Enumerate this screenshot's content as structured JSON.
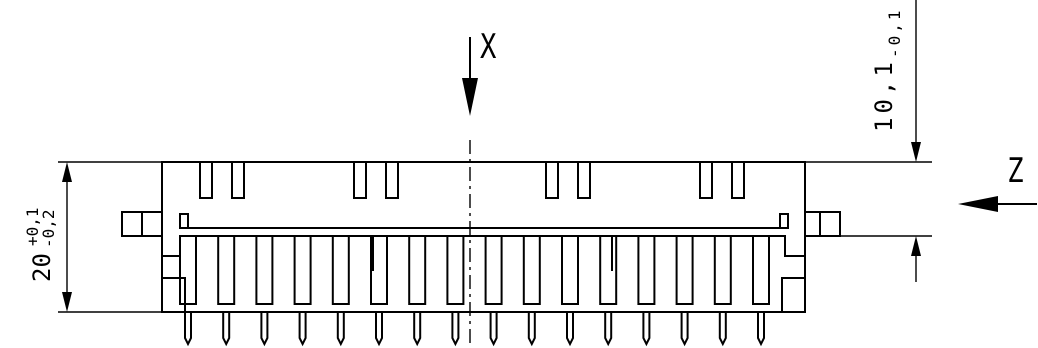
{
  "drawing": {
    "view_x_label": "X",
    "view_z_label": "Z",
    "dim_height": {
      "nominal": "20",
      "upper_tol": "+0,1",
      "lower_tol": "-0,2"
    },
    "dim_top": {
      "nominal": "10,1",
      "tol": "-0,1"
    }
  }
}
